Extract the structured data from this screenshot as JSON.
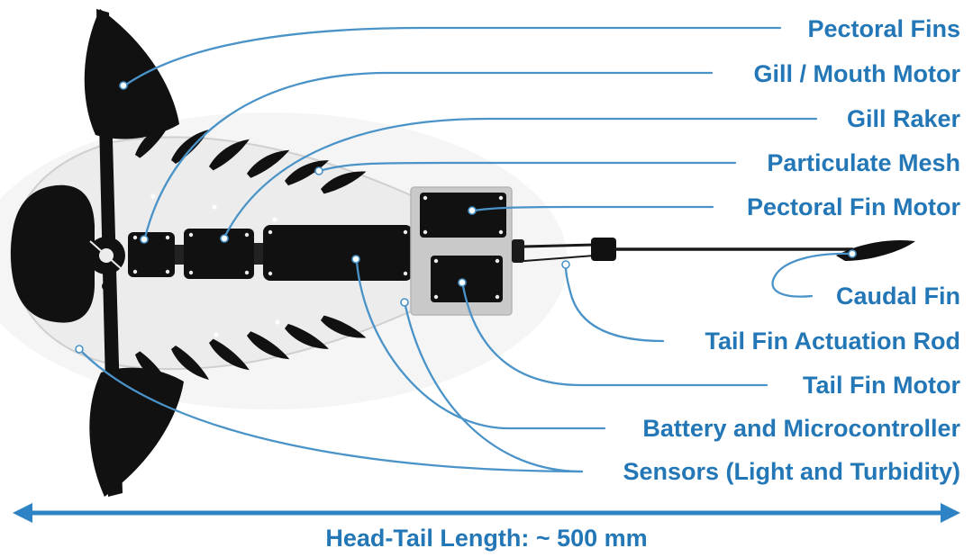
{
  "colors": {
    "label": "#2377b6",
    "leader": "#4a93c8",
    "arrow": "#2e83c4",
    "fish_dark": "#111111",
    "body": "#ececec",
    "body_edge": "#cfcfcf",
    "plate": "#c9c9c9"
  },
  "labels": [
    {
      "id": "pectoral-fins",
      "text": "Pectoral Fins"
    },
    {
      "id": "gill-mouth-motor",
      "text": "Gill / Mouth Motor"
    },
    {
      "id": "gill-raker",
      "text": "Gill Raker"
    },
    {
      "id": "particulate-mesh",
      "text": "Particulate Mesh"
    },
    {
      "id": "pectoral-fin-motor",
      "text": "Pectoral Fin Motor"
    },
    {
      "id": "caudal-fin",
      "text": "Caudal Fin"
    },
    {
      "id": "tail-fin-actuation-rod",
      "text": "Tail Fin Actuation Rod"
    },
    {
      "id": "tail-fin-motor",
      "text": "Tail Fin Motor"
    },
    {
      "id": "battery-microcontroller",
      "text": "Battery and Microcontroller"
    },
    {
      "id": "sensors",
      "text": "Sensors (Light and Turbidity)"
    }
  ],
  "measurement": {
    "text": "Head-Tail Length: ~ 500 mm"
  }
}
